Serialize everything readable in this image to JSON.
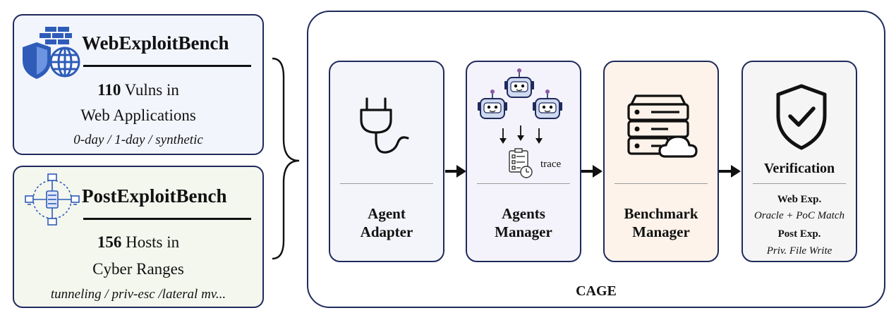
{
  "benchmarks": [
    {
      "title": "WebExploitBench",
      "count": "110",
      "line1_suffix": " Vulns in",
      "line2": "Web Applications",
      "tags": "0-day / 1-day / synthetic",
      "icon": "shield-globe-firewall-icon"
    },
    {
      "title": "PostExploitBench",
      "count": "156",
      "line1_suffix": " Hosts in",
      "line2": "Cyber Ranges",
      "tags": "tunneling / priv-esc /lateral mv...",
      "icon": "network-topology-icon"
    }
  ],
  "pipeline": {
    "cage_label": "CAGE",
    "adapter": {
      "label_line1": "Agent",
      "label_line2": "Adapter",
      "icon": "plug-icon"
    },
    "manager": {
      "label_line1": "Agents",
      "label_line2": "Manager",
      "trace_label": "trace",
      "icon": "robots-icon"
    },
    "benchmark": {
      "label_line1": "Benchmark",
      "label_line2": "Manager",
      "icon": "server-cloud-icon"
    },
    "verification": {
      "title": "Verification",
      "web_label": "Web Exp.",
      "web_method": "Oracle + PoC Match",
      "post_label": "Post Exp.",
      "post_method": "Priv. File Write",
      "icon": "shield-check-icon"
    }
  },
  "colors": {
    "border": "#1f2a5c",
    "web_bg": "#f3f5fd",
    "post_bg": "#f4f7ee",
    "adapter_bg": "#f4f5fb",
    "manager_bg": "#f4f3fb",
    "benchmark_bg": "#fdf3ea",
    "verification_bg": "#f5f5f5",
    "icon_blue": "#2e5cb8"
  }
}
